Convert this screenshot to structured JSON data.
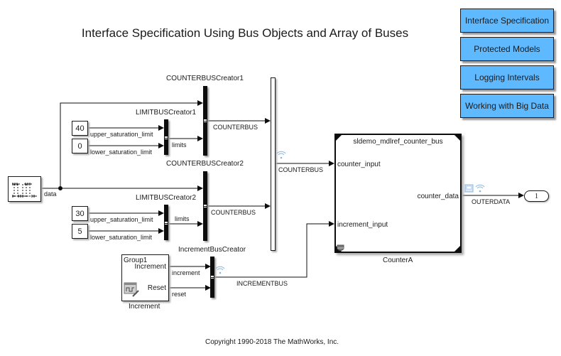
{
  "title": "Interface Specification Using Bus Objects and Array of Buses",
  "buttons": [
    {
      "label": "Interface Specification",
      "color": "#5fb9ff"
    },
    {
      "label": "Protected Models",
      "color": "#5fb9ff"
    },
    {
      "label": "Logging Intervals",
      "color": "#5fb9ff"
    },
    {
      "label": "Working with Big Data",
      "color": "#5fb9ff"
    }
  ],
  "blocks": {
    "source": {
      "signal_label": "data"
    },
    "counter_bus_creator_1": {
      "name": "COUNTERBUSCreator1",
      "output_label": "COUNTERBUS"
    },
    "counter_bus_creator_2": {
      "name": "COUNTERBUSCreator2",
      "output_label": "COUNTERBUS"
    },
    "limit_bus_creator_1": {
      "name": "LIMITBUSCreator1",
      "output_label": "limits"
    },
    "limit_bus_creator_2": {
      "name": "LIMITBUSCreator2",
      "output_label": "limits"
    },
    "increment_bus_creator": {
      "name": "IncrementBusCreator",
      "output_label": "INCREMENTBUS"
    },
    "constants": [
      {
        "value": "40",
        "signal_label": "upper_saturation_limit"
      },
      {
        "value": "0",
        "signal_label": "lower_saturation_limit"
      },
      {
        "value": "30",
        "signal_label": "upper_saturation_limit"
      },
      {
        "value": "5",
        "signal_label": "lower_saturation_limit"
      }
    ],
    "vector_concat": {
      "output_label": "COUNTERBUS"
    },
    "signal_builder": {
      "group": "Group1",
      "ports": [
        "Increment",
        "Reset"
      ],
      "signal_labels": [
        "increment",
        "reset"
      ],
      "name": "Increment"
    },
    "model_ref": {
      "model_name": "sldemo_mdlref_counter_bus",
      "inputs": [
        "counter_input",
        "increment_input"
      ],
      "output": "counter_data",
      "name": "CounterA"
    },
    "outport": {
      "number": "1",
      "signal_label": "OUTERDATA"
    }
  },
  "colors": {
    "wifi_icon": "#8ab6e0",
    "button_fill": "#5fb9ff"
  },
  "copyright": "Copyright 1990-2018 The MathWorks, Inc."
}
